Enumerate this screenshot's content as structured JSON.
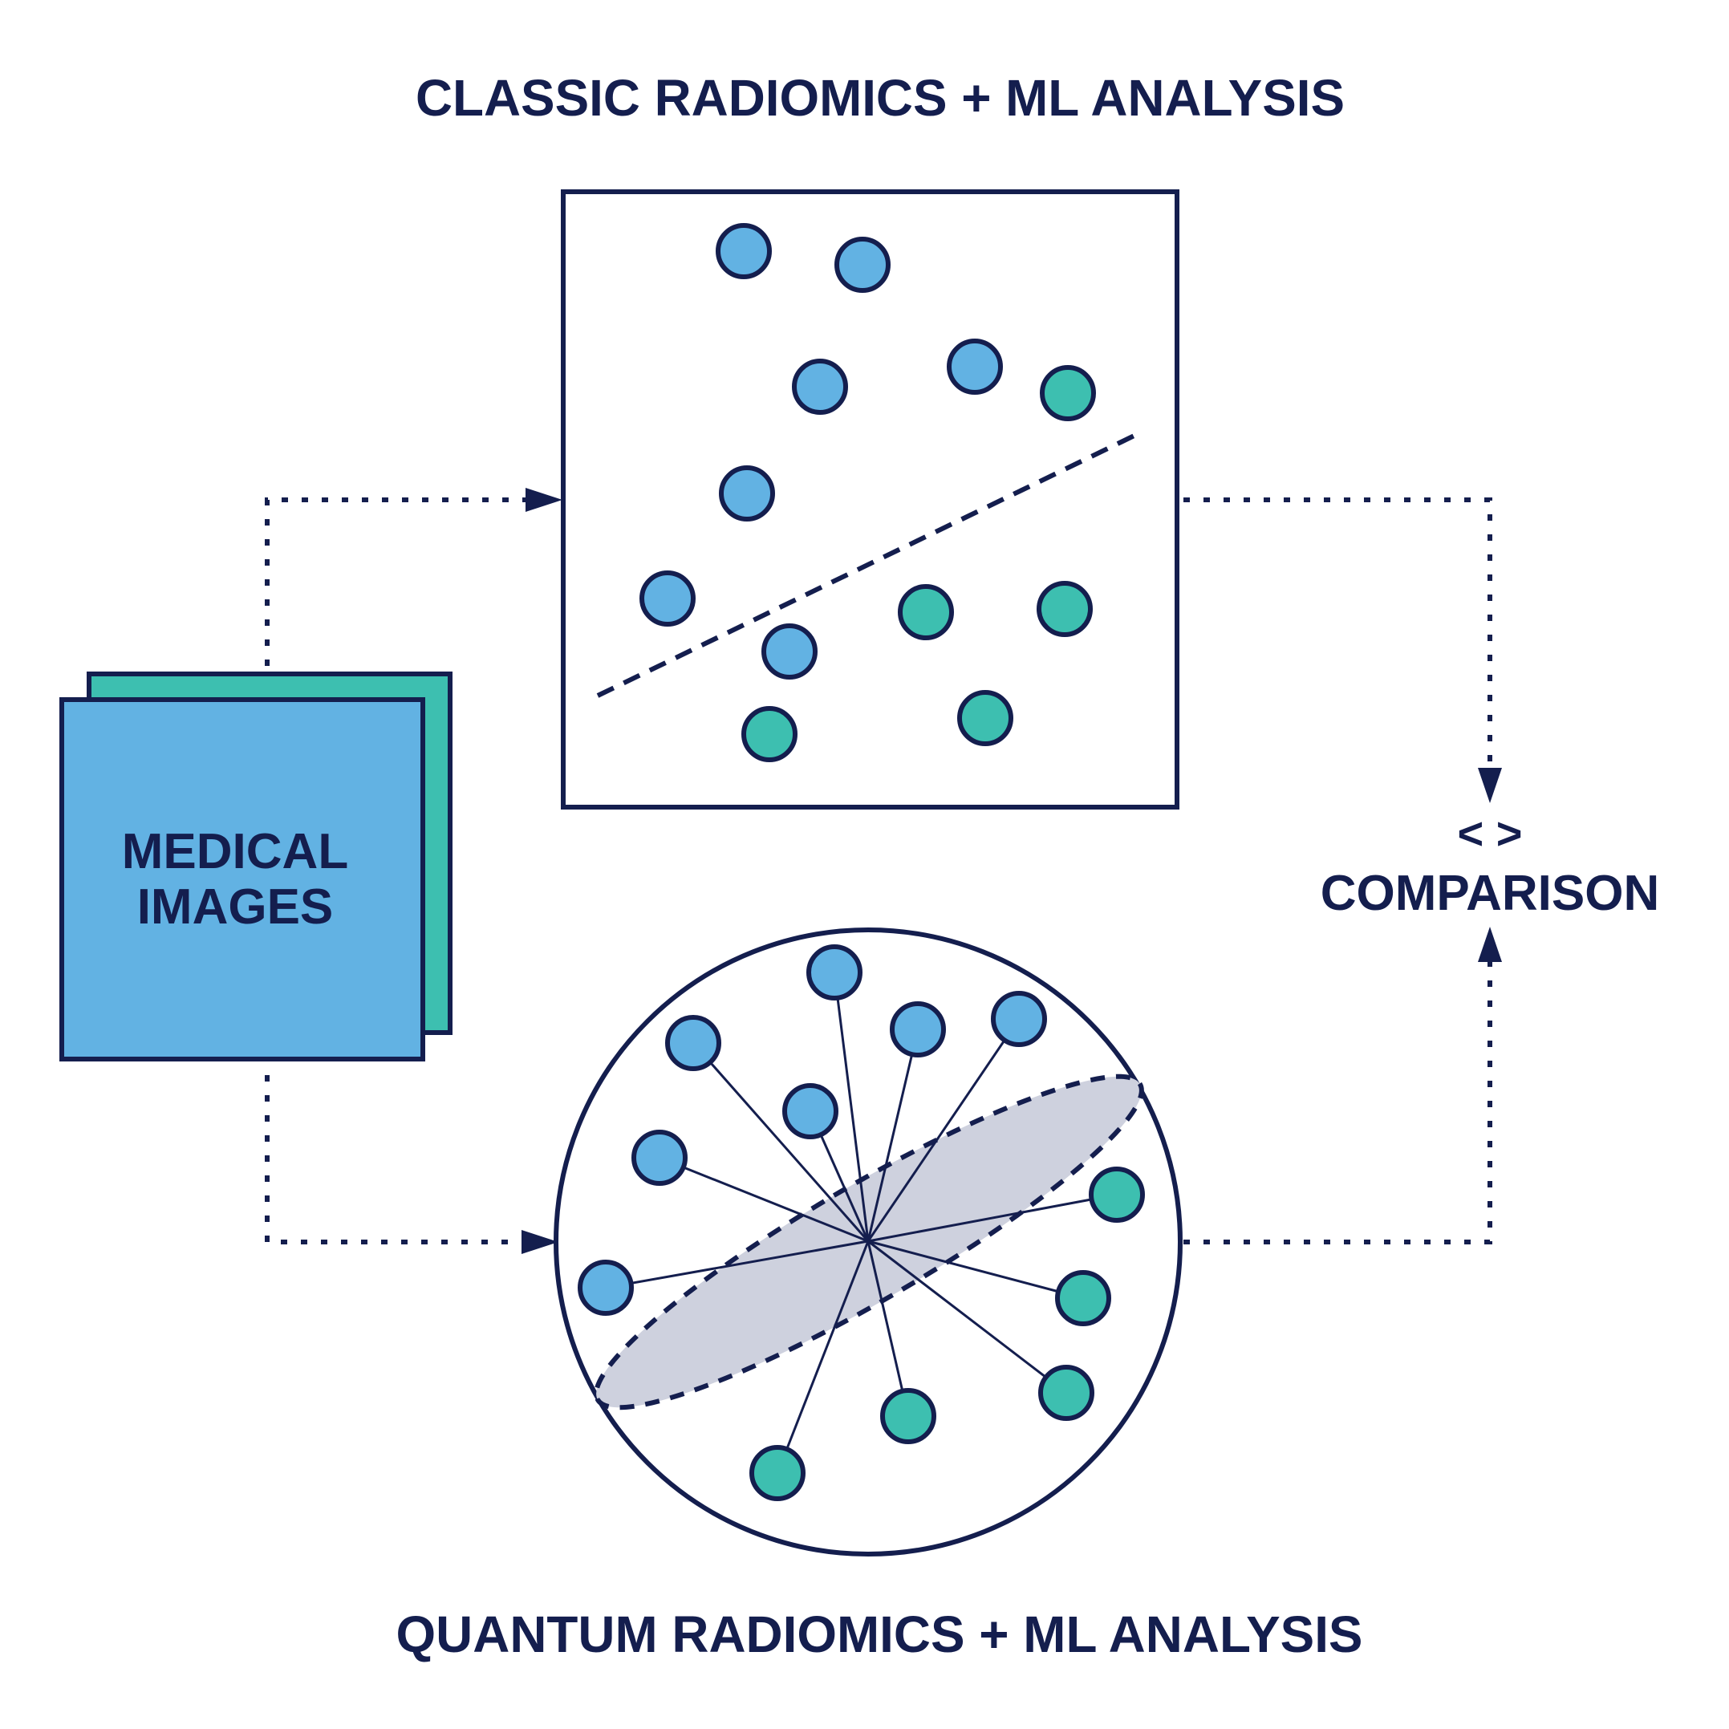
{
  "titles": {
    "classic": "CLASSIC RADIOMICS + ML ANALYSIS",
    "quantum": "QUANTUM RADIOMICS + ML ANALYSIS"
  },
  "input": {
    "line1": "MEDICAL",
    "line2": "IMAGES"
  },
  "comparison": {
    "symbol": "< >",
    "label": "COMPARISON"
  },
  "colors": {
    "navy": "#141E4E",
    "blue": "#62B2E3",
    "teal": "#3DBFB0",
    "ellipse_fill": "#CED1DE"
  },
  "classic_points": [
    {
      "class": "blue"
    },
    {
      "class": "blue"
    },
    {
      "class": "blue"
    },
    {
      "class": "blue"
    },
    {
      "class": "teal"
    },
    {
      "class": "blue"
    },
    {
      "class": "blue"
    },
    {
      "class": "blue"
    },
    {
      "class": "teal"
    },
    {
      "class": "teal"
    },
    {
      "class": "teal"
    },
    {
      "class": "teal"
    }
  ],
  "quantum_points": [
    {
      "class": "blue"
    },
    {
      "class": "blue"
    },
    {
      "class": "blue"
    },
    {
      "class": "blue"
    },
    {
      "class": "blue"
    },
    {
      "class": "blue"
    },
    {
      "class": "blue"
    },
    {
      "class": "teal"
    },
    {
      "class": "teal"
    },
    {
      "class": "teal"
    },
    {
      "class": "teal"
    },
    {
      "class": "teal"
    }
  ]
}
